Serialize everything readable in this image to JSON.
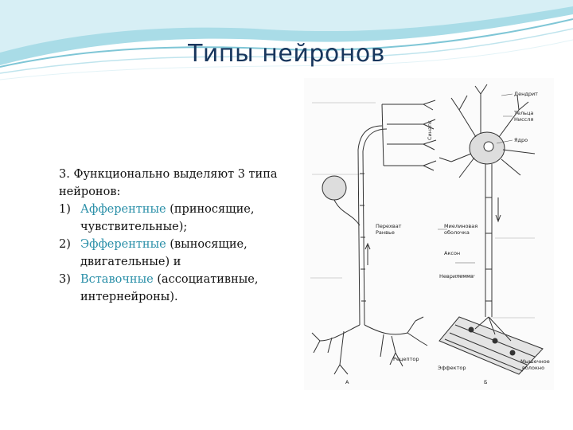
{
  "slide": {
    "title": "Типы нейронов",
    "intro": "3. Функционально выделяют 3 типа нейронов:",
    "items": [
      {
        "num": "1)",
        "term": "Афферентные",
        "desc": " (приносящие, чувствительные);"
      },
      {
        "num": "2)",
        "term": "Эфферентные",
        "desc": " (выносящие, двигательные) и"
      },
      {
        "num": "3)",
        "term": "Вставочные",
        "desc": " (ассоциативные, интернейроны)."
      }
    ]
  },
  "figure": {
    "labels": {
      "dendrite": "Дендрит",
      "nissl1": "Тельца",
      "nissl2": "Ниссля",
      "nucleus": "Ядро",
      "synapse": "Синапс",
      "ranvier1": "Перехват",
      "ranvier2": "Ранвье",
      "myelin1": "Миелиновая",
      "myelin2": "оболочка",
      "axon": "Аксон",
      "neurilemma": "Неврилемма",
      "receptor": "Рецептор",
      "effector": "Эффектор",
      "muscle1": "Мышечное",
      "muscle2": "волокно",
      "panel_a": "А",
      "panel_b": "Б"
    }
  },
  "colors": {
    "title": "#17365d",
    "highlight": "#2a8fa8",
    "wave": "#7fc6d6"
  }
}
